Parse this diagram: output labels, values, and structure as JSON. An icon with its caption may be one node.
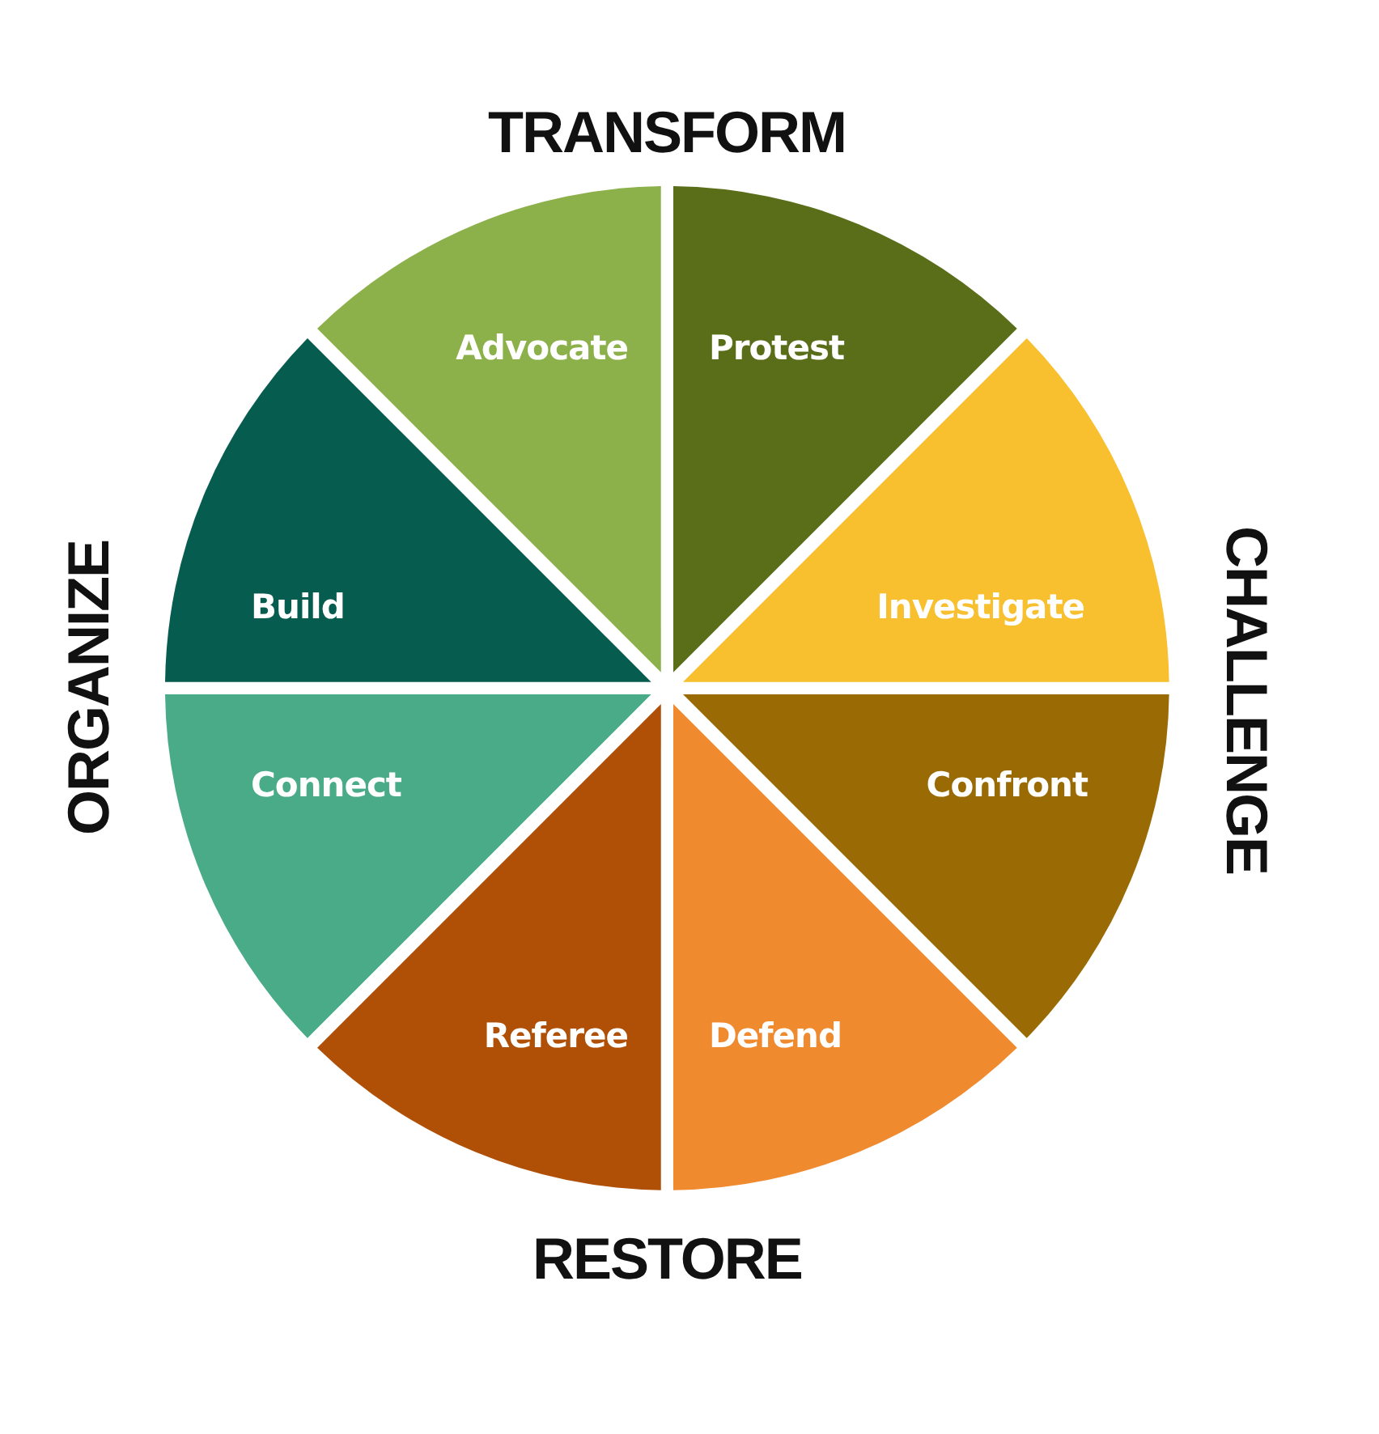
{
  "diagram": {
    "nodes": [
      {
        "text": [
          "Advocate"
        ]
      },
      {
        "text": [
          "Protest"
        ]
      },
      {
        "text": [
          "Build"
        ]
      },
      {
        "text": [
          "Investigate"
        ]
      },
      {
        "text": [
          "Connect"
        ]
      },
      {
        "text": [
          "Confront"
        ]
      },
      {
        "text": [
          "Referee"
        ]
      },
      {
        "text": [
          "Defend"
        ]
      }
    ],
    "labels": [
      "TRANSFORM",
      "ORGANIZE",
      "CHALLENGE",
      "RESTORE"
    ]
  }
}
